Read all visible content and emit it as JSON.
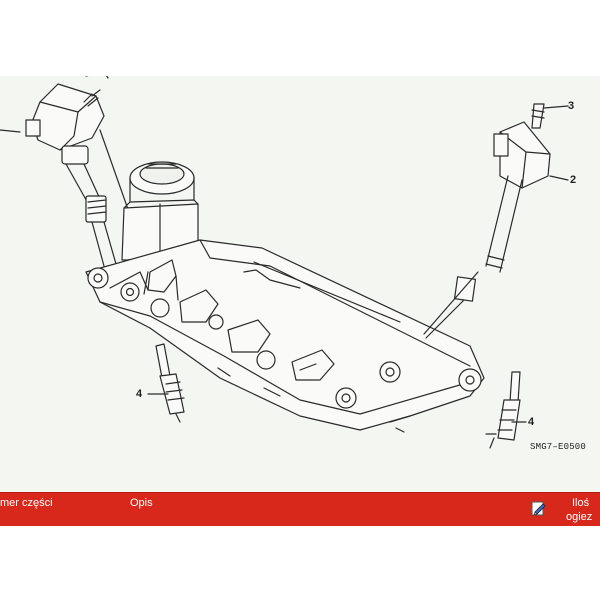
{
  "diagram": {
    "callouts": [
      "3",
      "2",
      "4",
      "4"
    ],
    "reference_code": "SMG7–E0500"
  },
  "table_header": {
    "columns": [
      "Numer części",
      "Opis",
      "Ilość"
    ],
    "visible": {
      "part_number": "mer części",
      "description": "Opis",
      "quantity_top": "Iloś",
      "quantity_bottom": "ogiez"
    }
  },
  "colors": {
    "header_bg": "#d8281c",
    "header_text": "#ffffff",
    "diagram_bg": "#f4f6f2",
    "line": "#2a2a2a"
  },
  "icons": [
    "pencil-edit-icon"
  ]
}
